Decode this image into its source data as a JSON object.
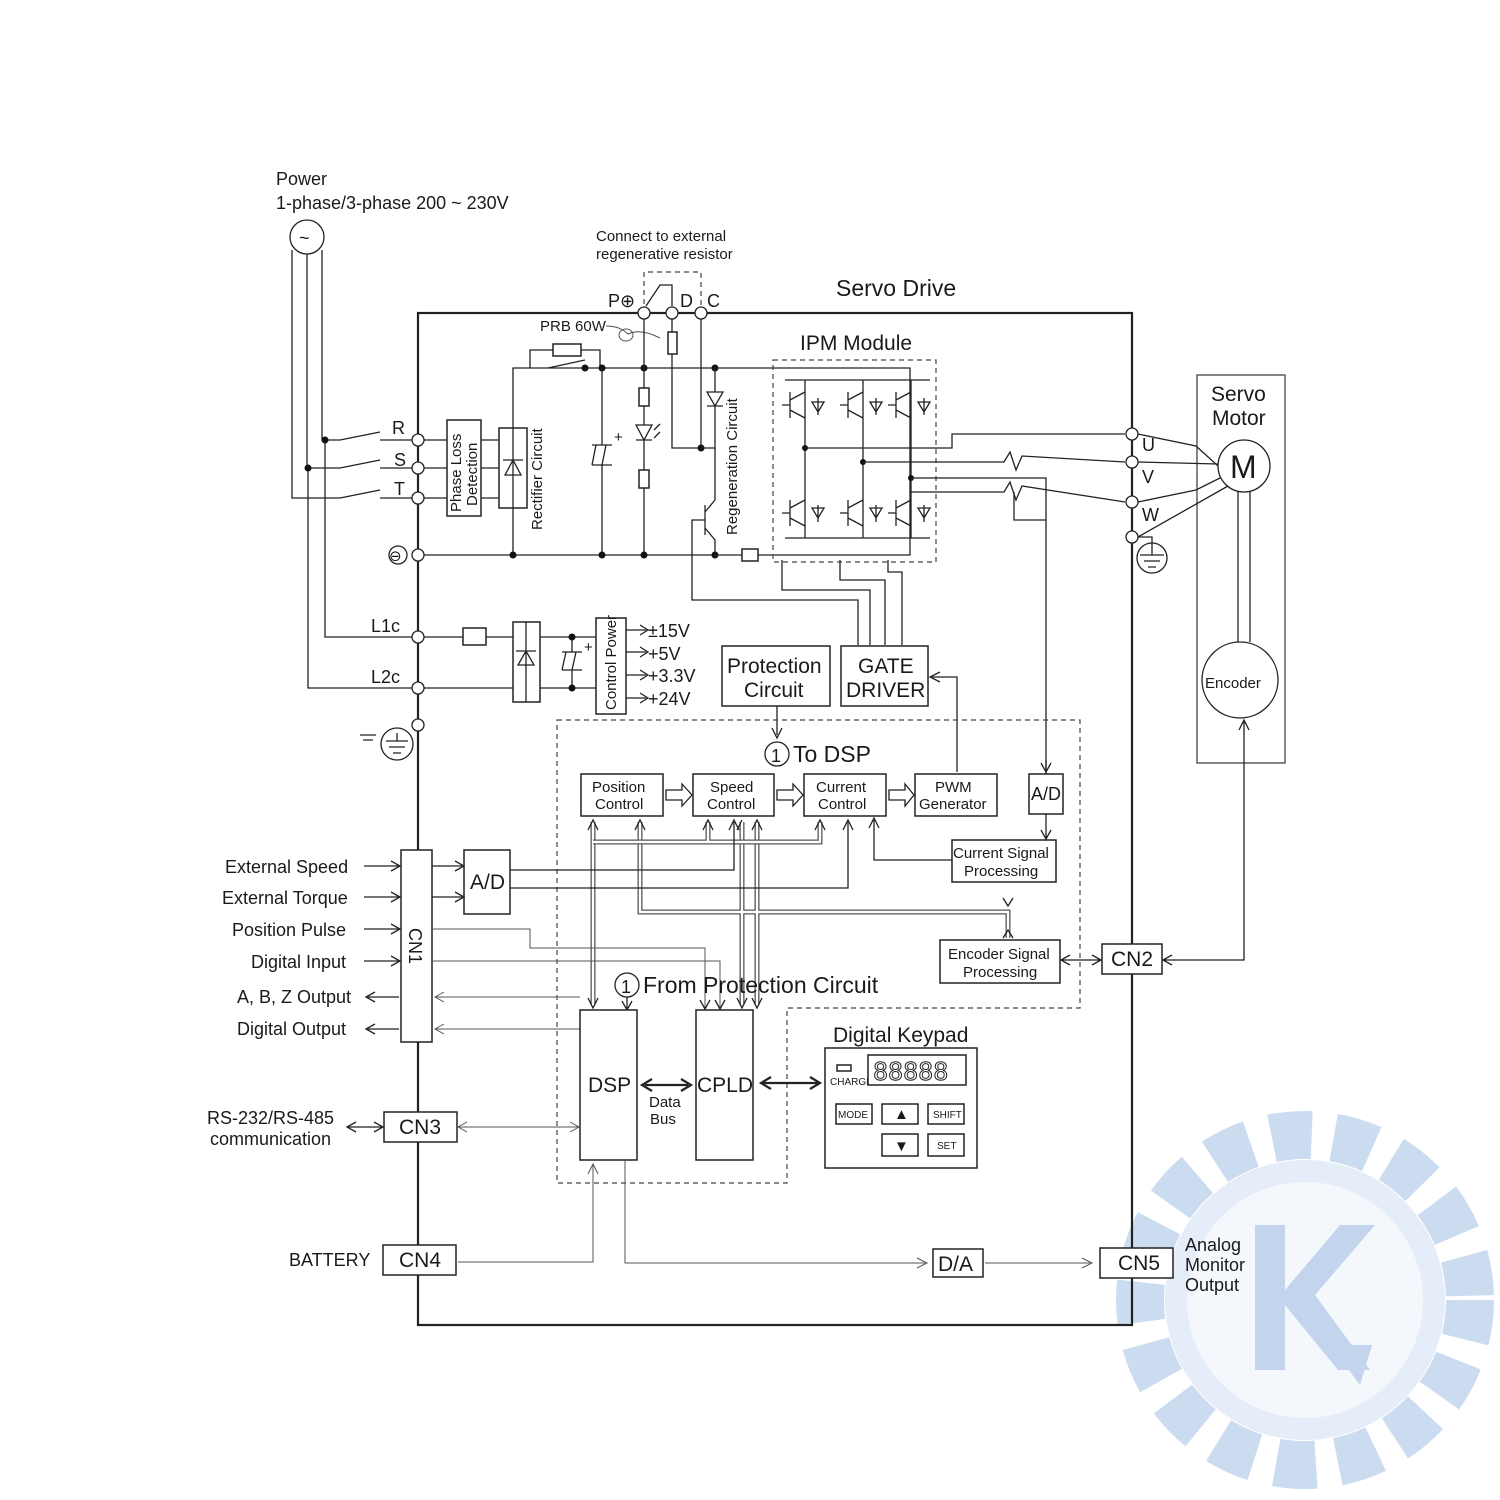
{
  "power": {
    "line1": "Power",
    "line2": "1-phase/3-phase  200 ~ 230V",
    "symbol": "~"
  },
  "regen_note": {
    "line1": "Connect to external",
    "line2": "regenerative resistor"
  },
  "terminals_top": {
    "p": "P⊕",
    "d": "D",
    "c": "C"
  },
  "prb": "PRB 60W",
  "servo_drive_title": "Servo Drive",
  "ipm_title": "IPM Module",
  "mains_terminals": {
    "r": "R",
    "s": "S",
    "t": "T",
    "neg": "⊖"
  },
  "phase_loss": {
    "line1": "Phase Loss",
    "line2": "Detection"
  },
  "rectifier": "Rectifier Circuit",
  "regeneration": "Regeneration Circuit",
  "control_terminals": {
    "l1c": "L1c",
    "l2c": "L2c"
  },
  "control_power": "Control Power",
  "voltages": [
    "±15V",
    "+5V",
    "+3.3V",
    "+24V"
  ],
  "protection": {
    "line1": "Protection",
    "line2": "Circuit"
  },
  "gate_driver": {
    "line1": "GATE",
    "line2": "DRIVER"
  },
  "servo_motor": {
    "line1": "Servo",
    "line2": "Motor",
    "motor": "M",
    "encoder": "Encoder"
  },
  "motor_terminals": {
    "u": "U",
    "v": "V",
    "w": "W"
  },
  "to_dsp": {
    "num": "1",
    "text": "To DSP"
  },
  "from_protection": {
    "num": "1",
    "text": "From Protection Circuit"
  },
  "control_blocks": {
    "position": {
      "line1": "Position",
      "line2": "Control"
    },
    "speed": {
      "line1": "Speed",
      "line2": "Control"
    },
    "current": {
      "line1": "Current",
      "line2": "Control"
    },
    "pwm": {
      "line1": "PWM",
      "line2": "Generator"
    },
    "ad_right": "A/D",
    "current_signal": {
      "line1": "Current Signal",
      "line2": "Processing"
    },
    "encoder_signal": {
      "line1": "Encoder Signal",
      "line2": "Processing"
    }
  },
  "cn1": {
    "label": "CN1",
    "ad": "A/D",
    "signals": [
      "External Speed",
      "External Torque",
      "Position Pulse",
      "Digital Input",
      "A, B, Z Output",
      "Digital Output"
    ]
  },
  "cn2": "CN2",
  "cn3": {
    "label": "CN3",
    "line1": "RS-232/RS-485",
    "line2": "communication"
  },
  "cn4": {
    "label": "CN4",
    "battery": "BATTERY"
  },
  "cn5": {
    "label": "CN5",
    "line1": "Analog",
    "line2": "Monitor",
    "line3": "Output"
  },
  "dsp": "DSP",
  "cpld": "CPLD",
  "data_bus": {
    "line1": "Data",
    "line2": "Bus"
  },
  "da": "D/A",
  "keypad": {
    "title": "Digital Keypad",
    "charge": "CHARGE",
    "display": "88888",
    "mode": "MODE",
    "up": "▲",
    "shift": "SHIFT",
    "down": "▼",
    "set": "SET"
  },
  "colors": {
    "line": "#222222",
    "watermark": "#8fb3df"
  }
}
